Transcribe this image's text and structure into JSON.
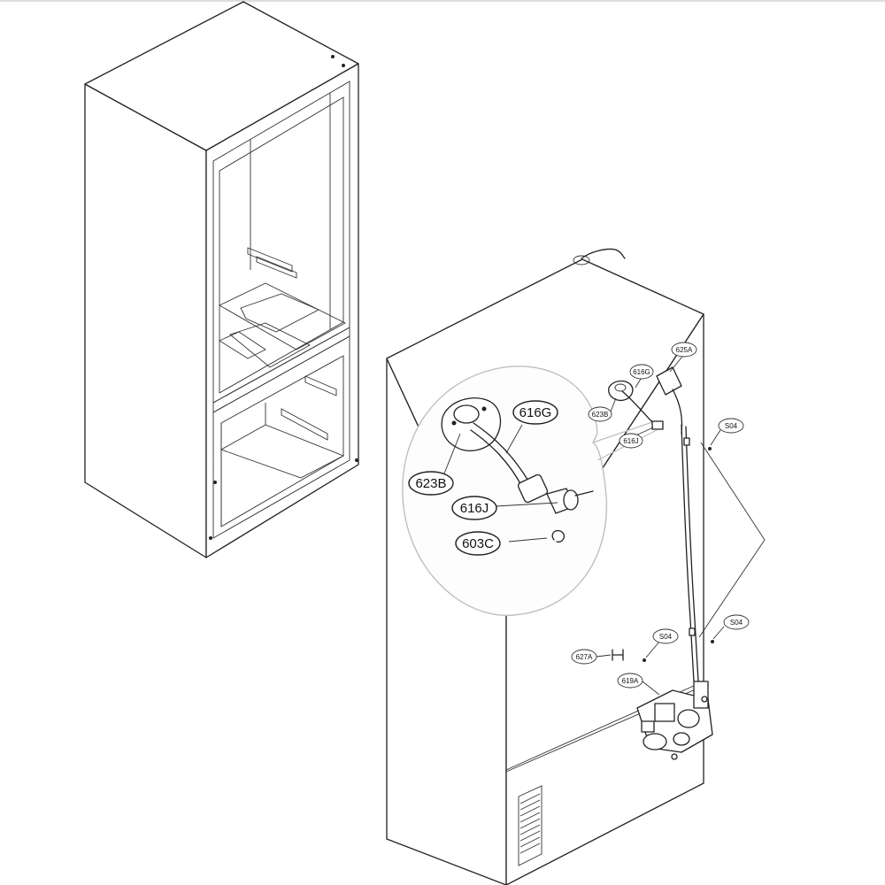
{
  "callouts_detail": {
    "c623B": "623B",
    "c616G": "616G",
    "c616J": "616J",
    "c603C": "603C"
  },
  "callouts_main": {
    "c625A": "625A",
    "c616G": "616G",
    "c623B": "623B",
    "c616J": "616J",
    "c504a": "S04",
    "c504b": "S04",
    "c504c": "S04",
    "c627A": "627A",
    "c619A": "619A"
  }
}
